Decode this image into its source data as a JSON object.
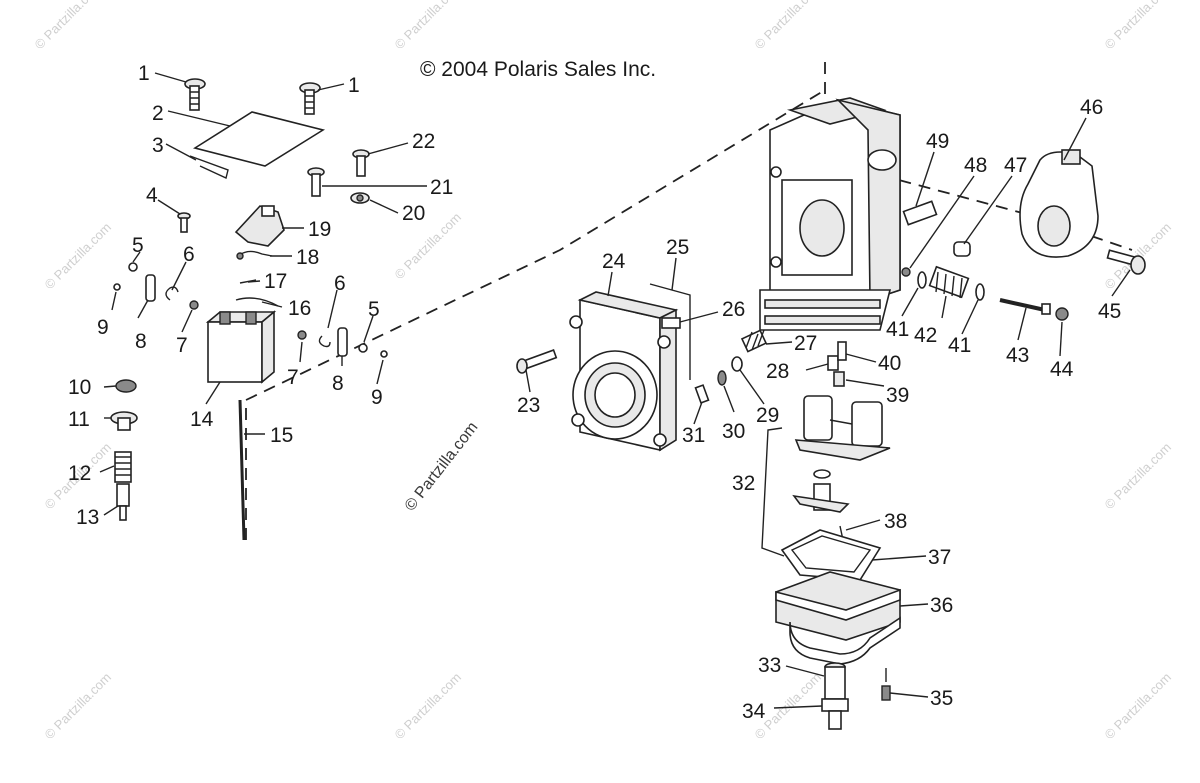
{
  "copyright": "© 2004 Polaris Sales Inc.",
  "watermark": "© Partzilla.com",
  "callouts": [
    "1",
    "1",
    "2",
    "3",
    "4",
    "5",
    "5",
    "6",
    "6",
    "7",
    "7",
    "8",
    "8",
    "9",
    "9",
    "10",
    "11",
    "12",
    "13",
    "14",
    "15",
    "16",
    "17",
    "18",
    "19",
    "20",
    "21",
    "22",
    "23",
    "24",
    "25",
    "26",
    "27",
    "28",
    "29",
    "30",
    "31",
    "32",
    "33",
    "34",
    "35",
    "36",
    "37",
    "38",
    "39",
    "40",
    "41",
    "41",
    "42",
    "43",
    "44",
    "45",
    "46",
    "47",
    "48",
    "49"
  ]
}
